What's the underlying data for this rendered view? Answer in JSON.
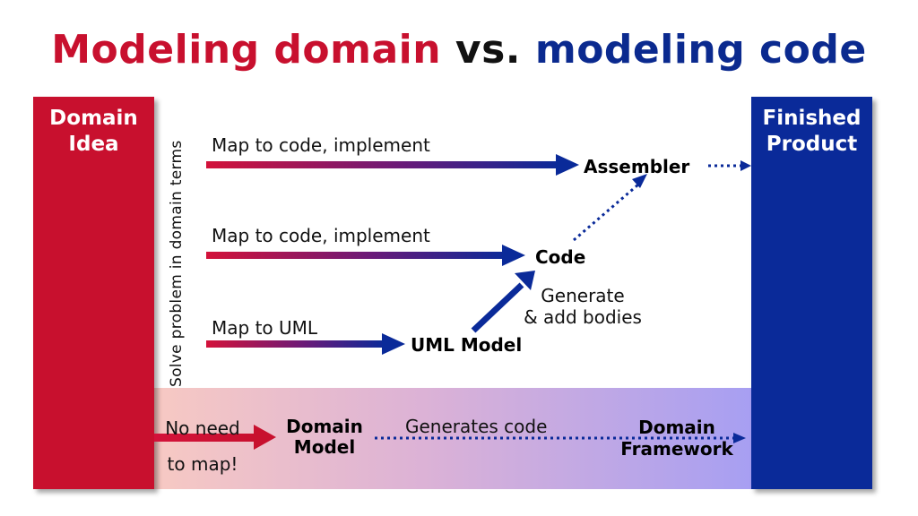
{
  "title": {
    "part1": "Modeling domain",
    "part2": "vs.",
    "part3": "modeling code"
  },
  "columns": {
    "left": "Domain Idea",
    "right": "Finished Product"
  },
  "vertical_label": "Solve problem in domain terms",
  "rows": {
    "row1_label": "Map to code, implement",
    "row2_label": "Map to code, implement",
    "row3_label": "Map to UML",
    "generate_label_line1": "Generate",
    "generate_label_line2": "& add bodies"
  },
  "nodes": {
    "assembler": "Assembler",
    "code": "Code",
    "uml_model": "UML Model"
  },
  "domain_band": {
    "no_need_line1": "No need",
    "no_need_line2": "to map!",
    "domain_model_line1": "Domain",
    "domain_model_line2": "Model",
    "generates_code": "Generates code",
    "domain_framework_line1": "Domain",
    "domain_framework_line2": "Framework"
  },
  "colors": {
    "red": "#c8102e",
    "blue": "#0a2a99",
    "dark_blue": "#0b2a8f"
  }
}
